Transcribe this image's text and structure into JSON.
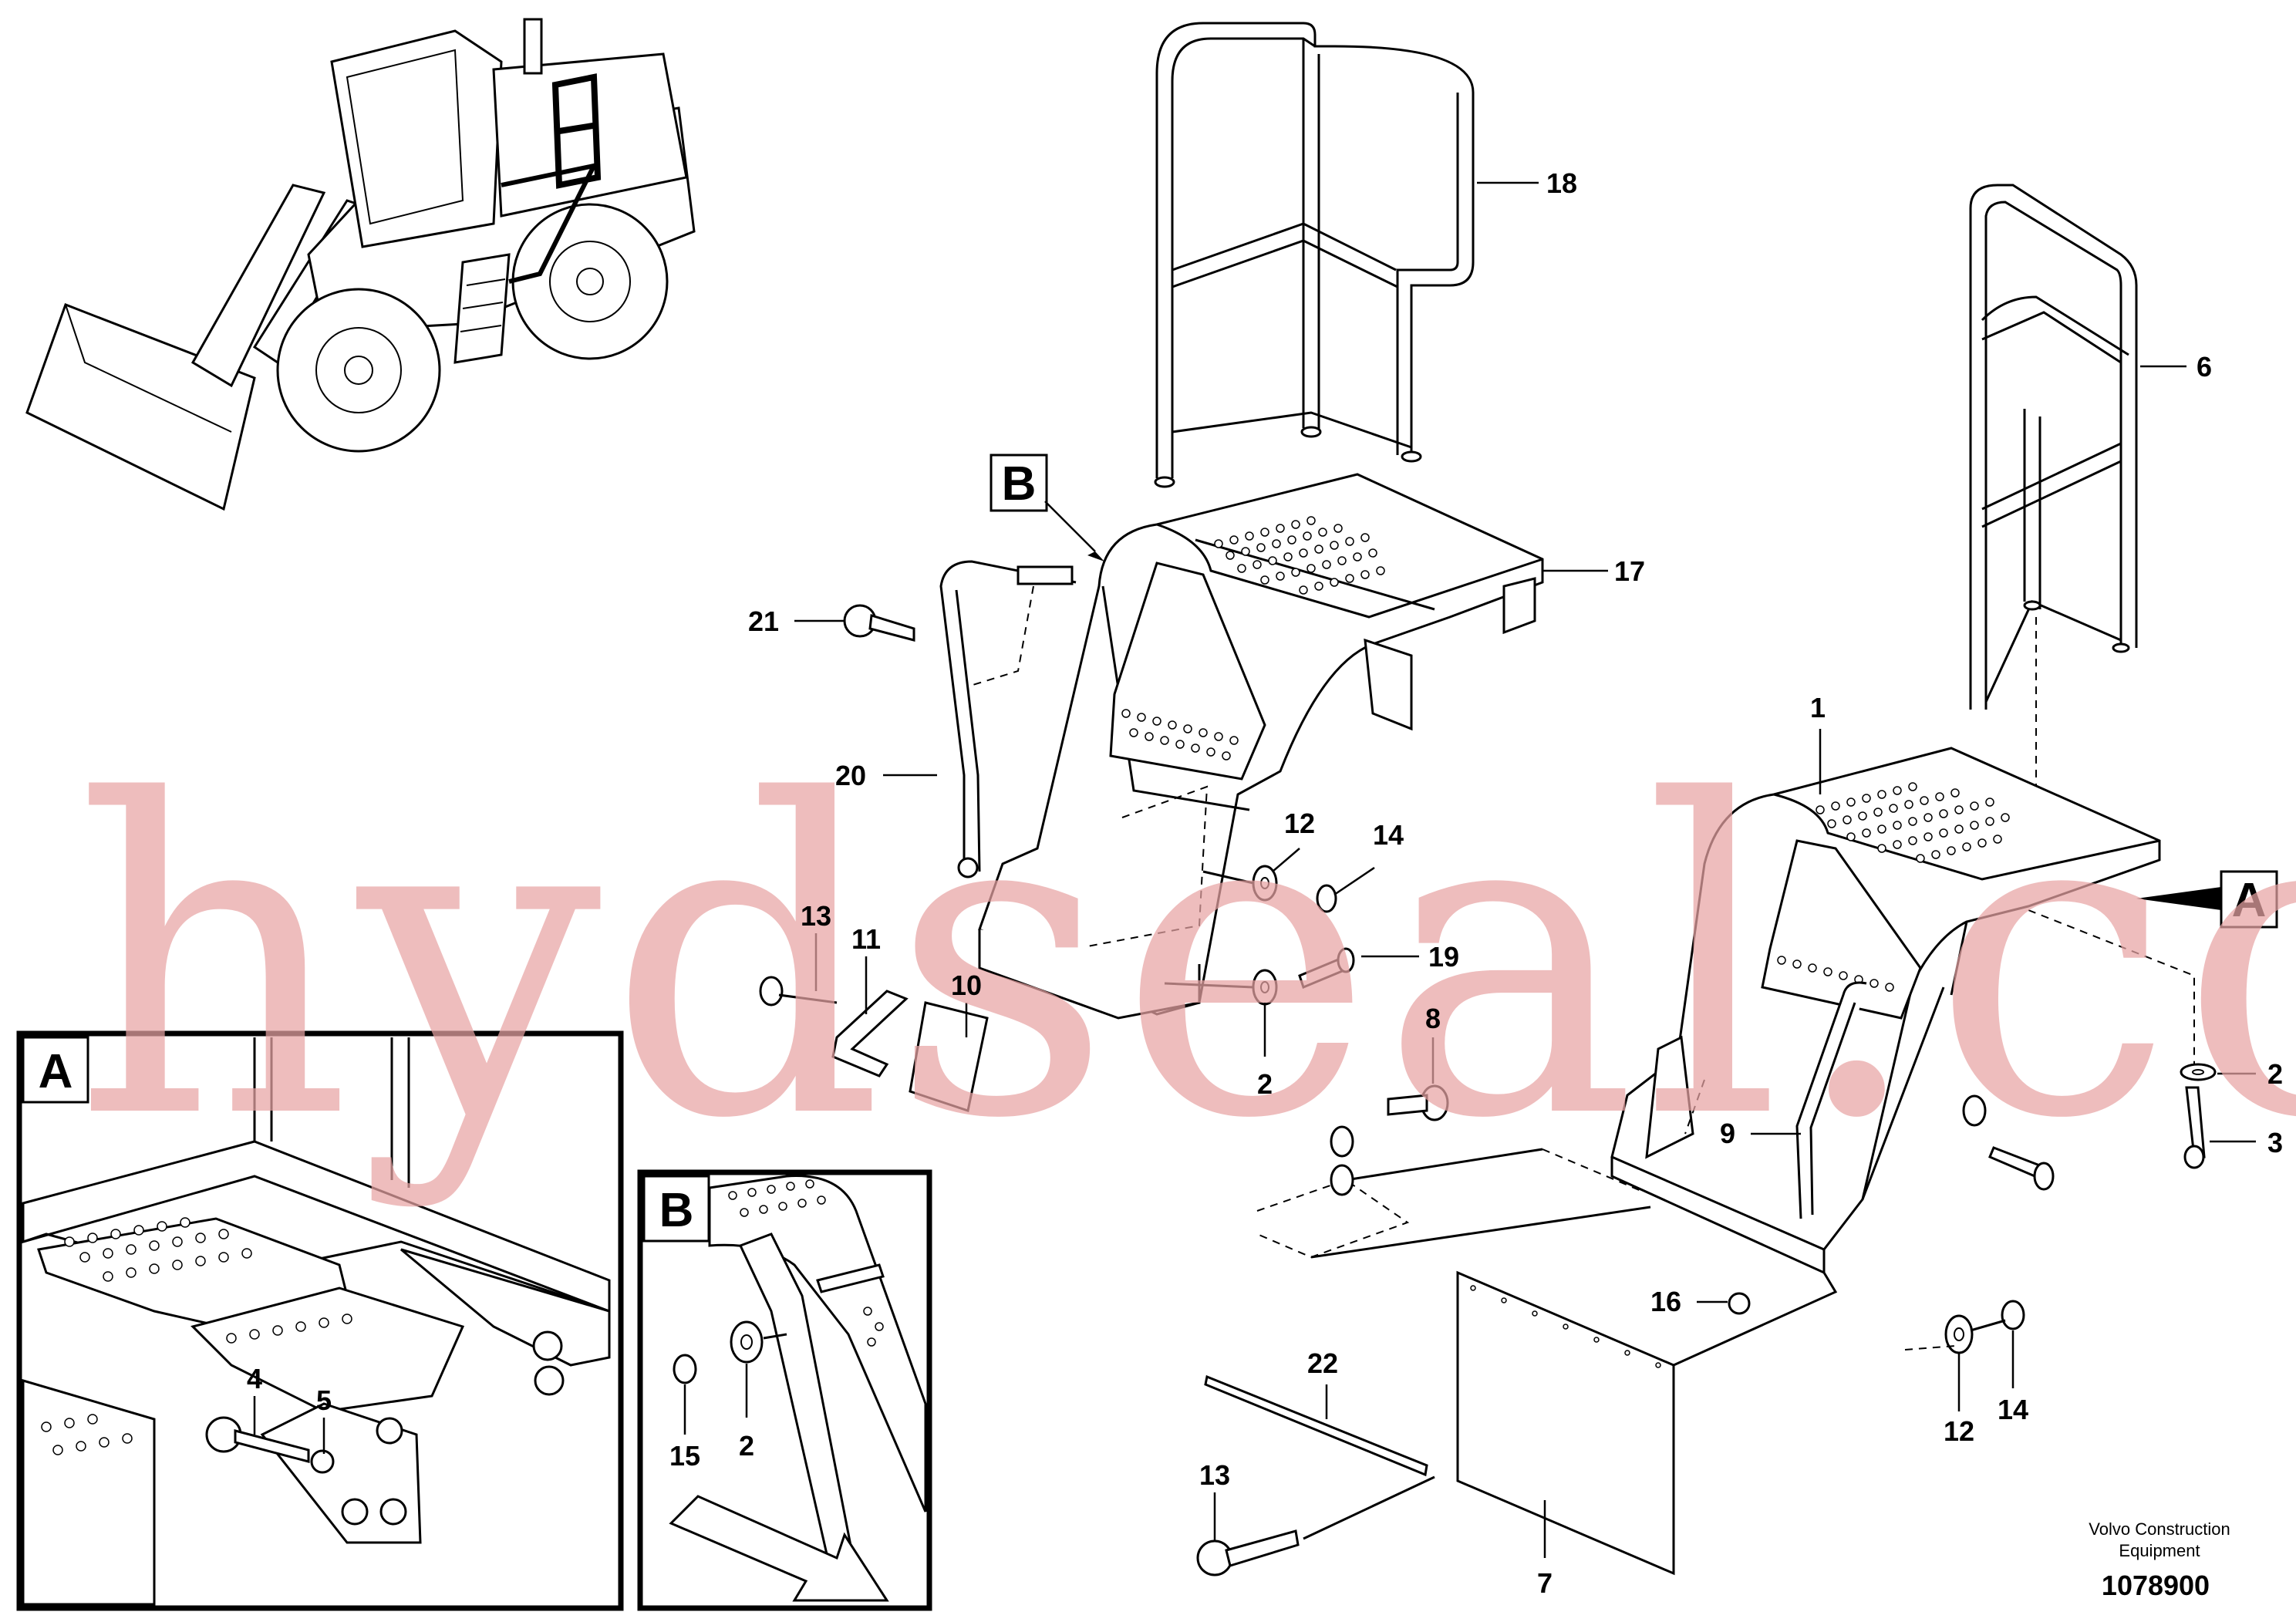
{
  "callouts": {
    "c1": "1",
    "c2a": "2",
    "c2b": "2",
    "c2c": "2",
    "c3": "3",
    "c4": "4",
    "c5": "5",
    "c6": "6",
    "c7": "7",
    "c8": "8",
    "c9": "9",
    "c10": "10",
    "c11": "11",
    "c12a": "12",
    "c12b": "12",
    "c13a": "13",
    "c13b": "13",
    "c14a": "14",
    "c14b": "14",
    "c15": "15",
    "c16": "16",
    "c17": "17",
    "c18": "18",
    "c19": "19",
    "c20": "20",
    "c21": "21",
    "c22": "22"
  },
  "view_labels": {
    "view_a_box": "A",
    "view_a_marker": "A",
    "view_b_box": "B",
    "view_b_marker": "B"
  },
  "footer": {
    "publisher_line1": "Volvo Construction",
    "publisher_line2": "Equipment",
    "drawing_number": "1078900"
  },
  "watermark": {
    "text": "hydseal.com"
  },
  "icons": [
    "wheel-loader-icon",
    "handrail-icon",
    "step-platform-icon",
    "bolt-icon",
    "washer-icon",
    "direction-arrow-icon"
  ]
}
